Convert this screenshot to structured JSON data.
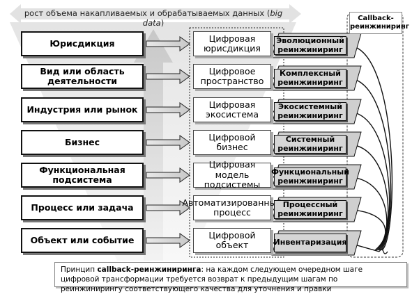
{
  "header": {
    "caption_prefix": "рост объема накапливаемых и обрабатываемых данных (",
    "caption_italic": "big data",
    "caption_suffix": ")"
  },
  "callback_label": [
    "Callback-",
    "реинжиниринг"
  ],
  "rows": [
    {
      "level": "Юрисдикция",
      "digital": [
        "Цифровая",
        "юрисдикция"
      ],
      "reengineering": [
        "Эволюционный",
        "реинжиниринг"
      ]
    },
    {
      "level": "Вид или область деятельности",
      "digital": [
        "Цифровое",
        "пространство"
      ],
      "reengineering": [
        "Комплексный",
        "реинжиниринг"
      ]
    },
    {
      "level": "Индустрия или рынок",
      "digital": [
        "Цифровая",
        "экосистема"
      ],
      "reengineering": [
        "Экосистемный",
        "реинжиниринг"
      ]
    },
    {
      "level": "Бизнес",
      "digital": [
        "Цифровой бизнес"
      ],
      "reengineering": [
        "Системный",
        "реинжиниринг"
      ]
    },
    {
      "level": "Функциональная подсистема",
      "digital": [
        "Цифровая модель",
        "подсистемы"
      ],
      "reengineering": [
        "Функциональный",
        "реинжиниринг"
      ]
    },
    {
      "level": "Процесс или задача",
      "digital": [
        "Автоматизированный",
        "процесс"
      ],
      "reengineering": [
        "Процессный",
        "реинжиниринг"
      ]
    },
    {
      "level": "Объект или событие",
      "digital": [
        "Цифровой объект"
      ],
      "reengineering": [
        "Инвентаризация"
      ]
    }
  ],
  "footer": {
    "prefix": "Принцип ",
    "bold": "callback-реинжиниринга",
    "rest": ": на каждом следующем очередном шаге цифровой трансформации требуется возврат к предыдущим шагам по реинжинирингу соответствующего качества для уточнения и правки"
  }
}
